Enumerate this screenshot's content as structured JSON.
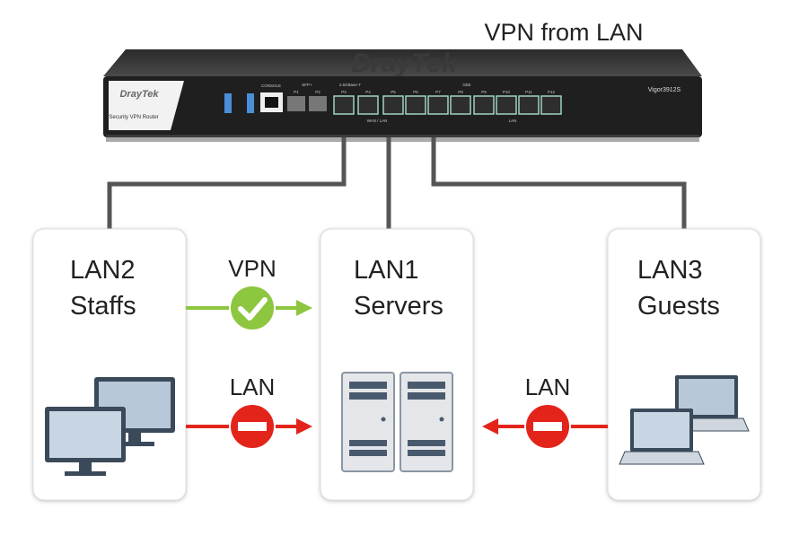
{
  "title": "VPN from LAN",
  "router": {
    "brand": "DrayTek",
    "model": "Vigor3912S",
    "subtitle": "Security VPN Router",
    "labels": {
      "console": "CONSOLE",
      "sfp": "SFP+",
      "base_t": "2.5GBase-T",
      "gbe": "GbE",
      "wan_lan": "WAN / LAN",
      "lan": "LAN"
    },
    "ports": [
      "P1",
      "P2",
      "P3",
      "P4",
      "P5",
      "P6",
      "P7",
      "P8",
      "P9",
      "P10",
      "P11",
      "P12"
    ]
  },
  "zones": [
    {
      "name": "LAN2",
      "desc": "Staffs",
      "icon": "desktop-monitors-icon"
    },
    {
      "name": "LAN1",
      "desc": "Servers",
      "icon": "server-towers-icon"
    },
    {
      "name": "LAN3",
      "desc": "Guests",
      "icon": "laptops-icon"
    }
  ],
  "links": [
    {
      "label": "VPN",
      "from": "LAN2",
      "to": "LAN1",
      "status": "allowed",
      "icon": "check-circle-icon",
      "color": "#8dc63f"
    },
    {
      "label": "LAN",
      "from": "LAN2",
      "to": "LAN1",
      "status": "blocked",
      "icon": "no-entry-icon",
      "color": "#e3241b"
    },
    {
      "label": "LAN",
      "from": "LAN3",
      "to": "LAN1",
      "status": "blocked",
      "icon": "no-entry-icon",
      "color": "#e3241b"
    }
  ]
}
